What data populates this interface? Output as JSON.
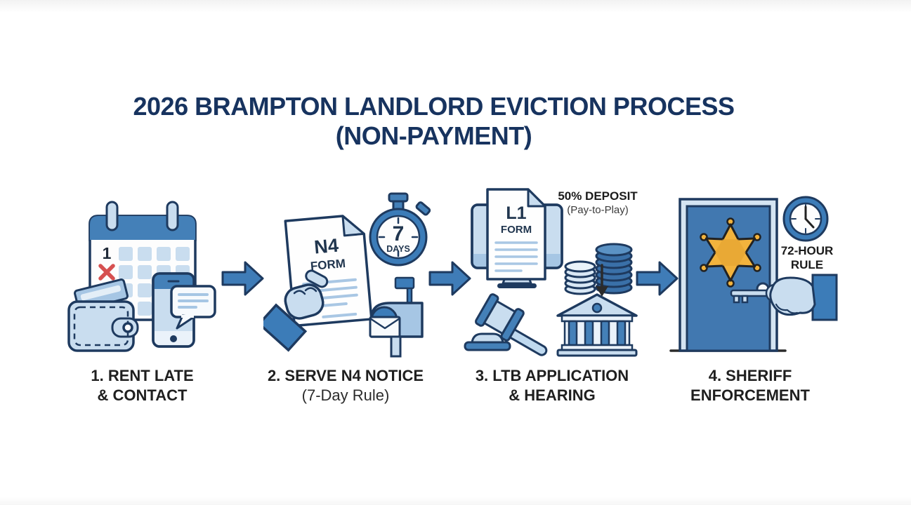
{
  "title": {
    "line1": "2026 BRAMPTON LANDLORD EVICTION PROCESS",
    "line2": "(NON-PAYMENT)"
  },
  "steps": [
    {
      "number": "1",
      "caption_line1": "1. RENT LATE",
      "caption_line2": "& CONTACT",
      "calendar": {
        "day_number": "1"
      },
      "icons": [
        "calendar-icon",
        "wallet-icon",
        "smartphone-chat-icon"
      ]
    },
    {
      "number": "2",
      "caption_line1": "2. SERVE N4 NOTICE",
      "caption_line2": "(7-Day Rule)",
      "document": {
        "line1": "N4",
        "line2": "FORM"
      },
      "stopwatch": {
        "value": "7",
        "unit": "DAYS"
      },
      "icons": [
        "hand-holding-document-icon",
        "stopwatch-icon",
        "mailbox-icon"
      ]
    },
    {
      "number": "3",
      "caption_line1": "3. LTB APPLICATION",
      "caption_line2": "& HEARING",
      "document": {
        "line1": "L1",
        "line2": "FORM"
      },
      "deposit": {
        "line1": "50% DEPOSIT",
        "line2": "(Pay-to-Play)"
      },
      "icons": [
        "computer-form-icon",
        "gavel-icon",
        "coin-stacks-icon",
        "down-arrow-icon",
        "courthouse-icon"
      ]
    },
    {
      "number": "4",
      "caption_line1": "4. SHERIFF",
      "caption_line2": "ENFORCEMENT",
      "rule": {
        "line1": "72-HOUR",
        "line2": "RULE"
      },
      "icons": [
        "sheriff-star-door-icon",
        "hand-with-key-icon",
        "clock-icon"
      ]
    }
  ],
  "colors": {
    "title_text": "#17335F",
    "caption_text": "#1F1F1F",
    "arrow_fill": "#3F7CB7",
    "outline": "#1E3A5F",
    "light_blue": "#C9DDEF",
    "mid_blue": "#4480B8",
    "star_gold": "#F2B33D",
    "x_red": "#D65050",
    "background": "#FFFFFF"
  }
}
